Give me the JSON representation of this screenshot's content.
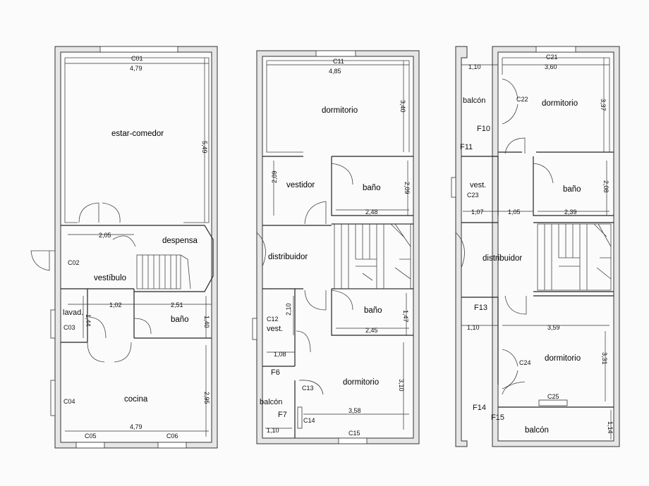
{
  "plans": {
    "ground": {
      "rooms": {
        "estar": "estar-comedor",
        "despensa": "despensa",
        "vestibulo": "vestíbulo",
        "lavad": "lavad.",
        "bano": "baño",
        "cocina": "cocina"
      },
      "codes": {
        "c01": "C01",
        "c02": "C02",
        "c03": "C03",
        "c04": "C04",
        "c05": "C05",
        "c06": "C06"
      },
      "dims": {
        "top_width": "4,79",
        "estar_height": "5,49",
        "vest_width": "2,05",
        "lav_width": "1,02",
        "bano_width": "2,51",
        "bano_height": "1,40",
        "lav_height": "1,44",
        "cocina_height": "2,95",
        "bottom_width": "4,79"
      }
    },
    "first": {
      "rooms": {
        "dorm1": "dormitorio",
        "vestidor": "vestidor",
        "bano1": "baño",
        "distribuidor": "distribuidor",
        "bano2": "baño",
        "vest": "vest.",
        "dorm2": "dormitorio",
        "balcon": "balcón"
      },
      "codes": {
        "c11": "C11",
        "c12": "C12",
        "c13": "C13",
        "c14": "C14",
        "c15": "C15",
        "f6": "F6",
        "f7": "F7"
      },
      "dims": {
        "top_width": "4,85",
        "dorm_height": "3,40",
        "vestidor_height": "2,09",
        "bano1_height": "2,09",
        "bano1_width": "2,48",
        "vest_height": "2,10",
        "bano2_height": "1,47",
        "bano2_width": "2,45",
        "vest_width": "1,08",
        "dorm2_height": "3,10",
        "dorm2_width": "3,58",
        "balcon_width": "1,10"
      }
    },
    "second": {
      "rooms": {
        "balcon1": "balcón",
        "dorm1": "dormitorio",
        "vest": "vest.",
        "bano": "baño",
        "distribuidor": "distribuidor",
        "dorm2": "dormitorio",
        "balcon2": "balcón"
      },
      "codes": {
        "c21": "C21",
        "c22": "C22",
        "c23": "C23",
        "c24": "C24",
        "c25": "C25",
        "f10": "F10",
        "f11": "F11",
        "f13": "F13",
        "f14": "F14",
        "f15": "F15"
      },
      "dims": {
        "balcon_width": "1,10",
        "dorm_width": "3,60",
        "dorm_height": "3,37",
        "vest_width": "1,07",
        "hall_width": "1,05",
        "bano_width": "2,39",
        "bano_height": "2,08",
        "balc2_width": "1,10",
        "dorm2_width": "3,59",
        "dorm2_height": "3,31",
        "balcon2_height": "1,14"
      }
    }
  }
}
